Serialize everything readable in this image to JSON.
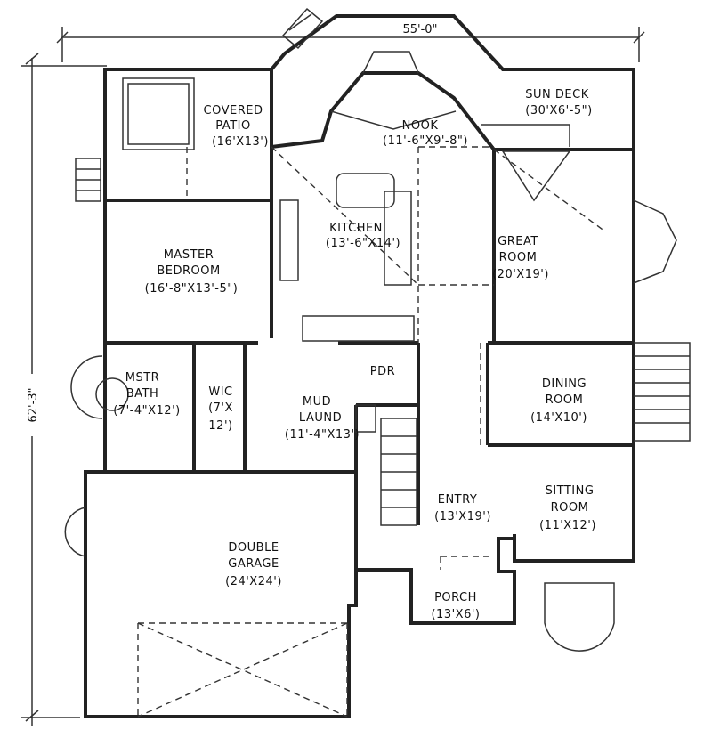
{
  "dimensions": {
    "width": "55'-0\"",
    "depth": "62'-3\""
  },
  "rooms": {
    "covered_patio": {
      "name1": "COVERED",
      "name2": "PATIO",
      "size": "(16'X13')"
    },
    "nook": {
      "name": "NOOK",
      "size": "(11'-6\"X9'-8\")"
    },
    "sun_deck": {
      "name": "SUN DECK",
      "size": "(30'X6'-5\")"
    },
    "kitchen": {
      "name": "KITCHEN",
      "size": "(13'-6\"X14')"
    },
    "great_room": {
      "name1": "GREAT",
      "name2": "ROOM",
      "size": "(20'X19')"
    },
    "master_bedroom": {
      "name1": "MASTER",
      "name2": "BEDROOM",
      "size": "(16'-8\"X13'-5\")"
    },
    "mstr_bath": {
      "name1": "MSTR",
      "name2": "BATH",
      "size": "(7'-4\"X12')"
    },
    "wic": {
      "name": "WIC",
      "size1": "(7'X",
      "size2": "12')"
    },
    "mud_laund": {
      "name1": "MUD",
      "name2": "LAUND",
      "size": "(11'-4\"X13')"
    },
    "pdr": {
      "name": "PDR"
    },
    "dining_room": {
      "name1": "DINING",
      "name2": "ROOM",
      "size": "(14'X10')"
    },
    "entry": {
      "name": "ENTRY",
      "size": "(13'X19')"
    },
    "sitting_room": {
      "name1": "SITTING",
      "name2": "ROOM",
      "size": "(11'X12')"
    },
    "double_garage": {
      "name1": "DOUBLE",
      "name2": "GARAGE",
      "size": "(24'X24')"
    },
    "porch": {
      "name": "PORCH",
      "size": "(13'X6')"
    }
  }
}
